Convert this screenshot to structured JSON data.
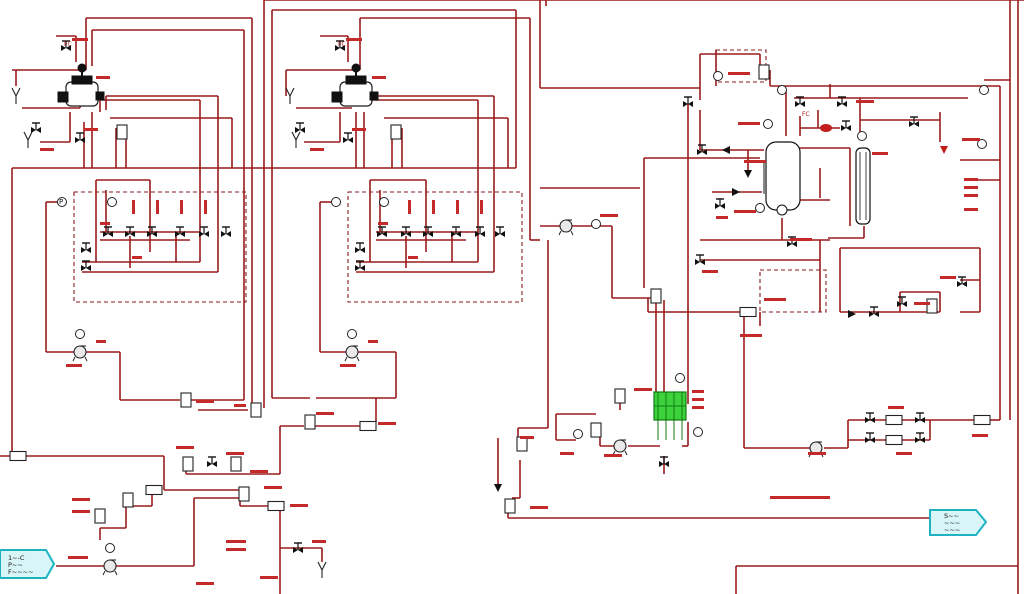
{
  "diagram": {
    "type": "process-and-instrumentation-diagram",
    "colors": {
      "background": "#ffffff",
      "pipe": "#9b1b1b",
      "equipment_outline": "#1a1a1a",
      "heat_exchanger_fill": "#3bd23b",
      "off_page_connector_fill": "#d8f6f8",
      "off_page_connector_border": "#1fb3c2",
      "tag_text": "#b51616"
    },
    "icons": [
      "valve-icon",
      "pump-icon",
      "instrument-bubble-icon",
      "vent-icon",
      "vessel-icon",
      "column-icon",
      "heat-exchanger-icon",
      "off-page-connector-icon"
    ],
    "off_page_connectors": [
      {
        "id": "left",
        "lines": [
          "1~-C",
          "P~~",
          "F~~~~"
        ]
      },
      {
        "id": "right",
        "lines": [
          "S~~",
          "~~~",
          "~~~"
        ]
      }
    ],
    "labels": {
      "fic_1": "FC",
      "fic_2": "FC",
      "pi": "P",
      "fc_col": "FC"
    }
  }
}
